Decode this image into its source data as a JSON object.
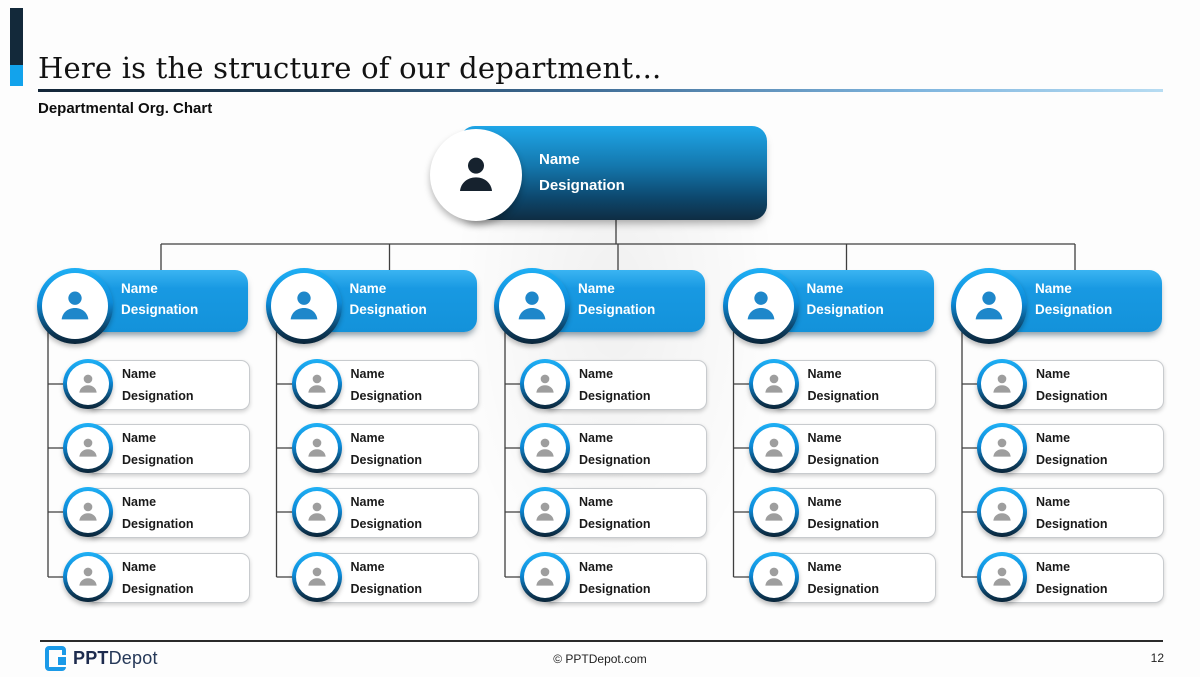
{
  "slide": {
    "title": "Here is the structure of our department...",
    "subtitle": "Departmental Org. Chart",
    "page_number": "12"
  },
  "footer": {
    "copyright": "© PPTDepot.com",
    "brand_bold": "PPT",
    "brand_light": "Depot"
  },
  "icons": {
    "person": "person-silhouette",
    "logo": "pptdepot-bracket-mark"
  },
  "colors": {
    "accent_navy": "#13293a",
    "accent_blue": "#12a3ec",
    "root_gradient_top": "#1fa6e8",
    "root_gradient_bottom": "#0e2d43",
    "manager_blue": "#1899e2",
    "ring_top": "#1fb0f5",
    "ring_bottom": "#0a2438",
    "connector": "#3f3f3f",
    "card_border": "#c8cbce"
  },
  "org": {
    "root": {
      "name": "Name",
      "designation": "Designation"
    },
    "columns": [
      {
        "manager": {
          "name": "Name",
          "designation": "Designation"
        },
        "members": [
          {
            "name": "Name",
            "designation": "Designation"
          },
          {
            "name": "Name",
            "designation": "Designation"
          },
          {
            "name": "Name",
            "designation": "Designation"
          },
          {
            "name": "Name",
            "designation": "Designation"
          }
        ]
      },
      {
        "manager": {
          "name": "Name",
          "designation": "Designation"
        },
        "members": [
          {
            "name": "Name",
            "designation": "Designation"
          },
          {
            "name": "Name",
            "designation": "Designation"
          },
          {
            "name": "Name",
            "designation": "Designation"
          },
          {
            "name": "Name",
            "designation": "Designation"
          }
        ]
      },
      {
        "manager": {
          "name": "Name",
          "designation": "Designation"
        },
        "members": [
          {
            "name": "Name",
            "designation": "Designation"
          },
          {
            "name": "Name",
            "designation": "Designation"
          },
          {
            "name": "Name",
            "designation": "Designation"
          },
          {
            "name": "Name",
            "designation": "Designation"
          }
        ]
      },
      {
        "manager": {
          "name": "Name",
          "designation": "Designation"
        },
        "members": [
          {
            "name": "Name",
            "designation": "Designation"
          },
          {
            "name": "Name",
            "designation": "Designation"
          },
          {
            "name": "Name",
            "designation": "Designation"
          },
          {
            "name": "Name",
            "designation": "Designation"
          }
        ]
      },
      {
        "manager": {
          "name": "Name",
          "designation": "Designation"
        },
        "members": [
          {
            "name": "Name",
            "designation": "Designation"
          },
          {
            "name": "Name",
            "designation": "Designation"
          },
          {
            "name": "Name",
            "designation": "Designation"
          },
          {
            "name": "Name",
            "designation": "Designation"
          }
        ]
      }
    ]
  }
}
